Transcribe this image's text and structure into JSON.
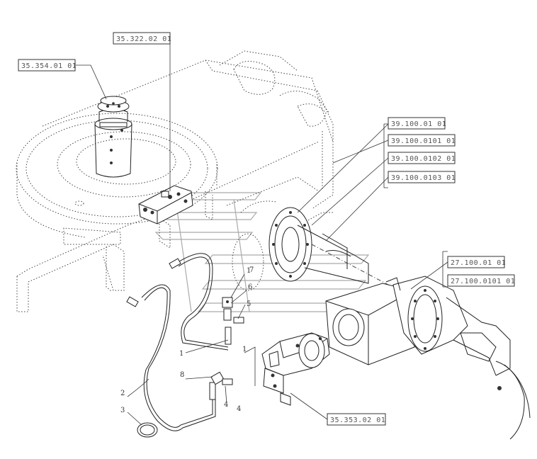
{
  "references": {
    "swivel": "35.354.01 01",
    "valve": "35.322.02 01",
    "axle_ref_1": "39.100.01 01",
    "axle_ref_2": "39.100.0101 01",
    "axle_ref_3": "39.100.0102 01",
    "axle_ref_4": "39.100.0103 01",
    "rear_axle_1": "27.100.01 01",
    "rear_axle_2": "27.100.0101 01",
    "brake_valve": "35.353.02 01"
  },
  "callouts": {
    "c1a": "1",
    "c1b": "1",
    "c1c": "1",
    "c2": "2",
    "c3": "3",
    "c4a": "4",
    "c4b": "4",
    "c5": "5",
    "c6": "6",
    "c7": "7",
    "c8": "8"
  }
}
